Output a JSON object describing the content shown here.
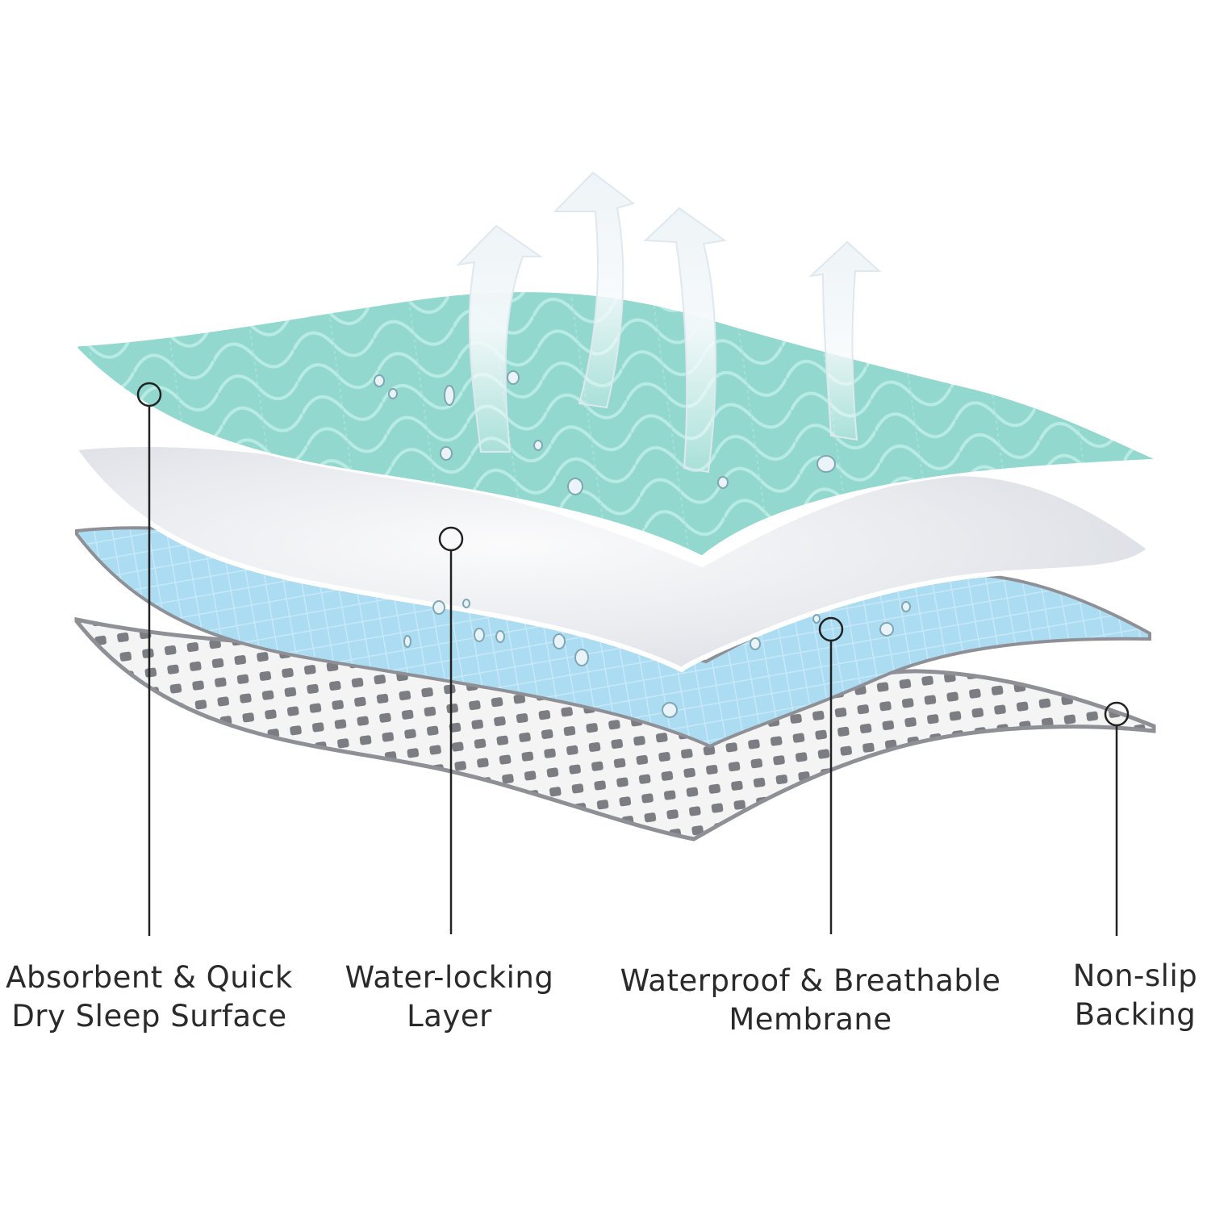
{
  "layers": [
    {
      "id": "surface",
      "line1": "Absorbent & Quick",
      "line2": "Dry Sleep Surface",
      "color": "#8fd9d0"
    },
    {
      "id": "water-lock",
      "line1": "Water-locking",
      "line2": "Layer",
      "color": "#e6e8ec"
    },
    {
      "id": "membrane",
      "line1": "Waterproof & Breathable",
      "line2": "Membrane",
      "color": "#a9dcf3"
    },
    {
      "id": "backing",
      "line1": "Non-slip",
      "line2": "Backing",
      "color": "#f2f2f2"
    }
  ],
  "colors": {
    "text": "#2a2a2a",
    "callout": "#222222",
    "arrow": "#f4f8fa",
    "dot": "#7b7d83"
  }
}
